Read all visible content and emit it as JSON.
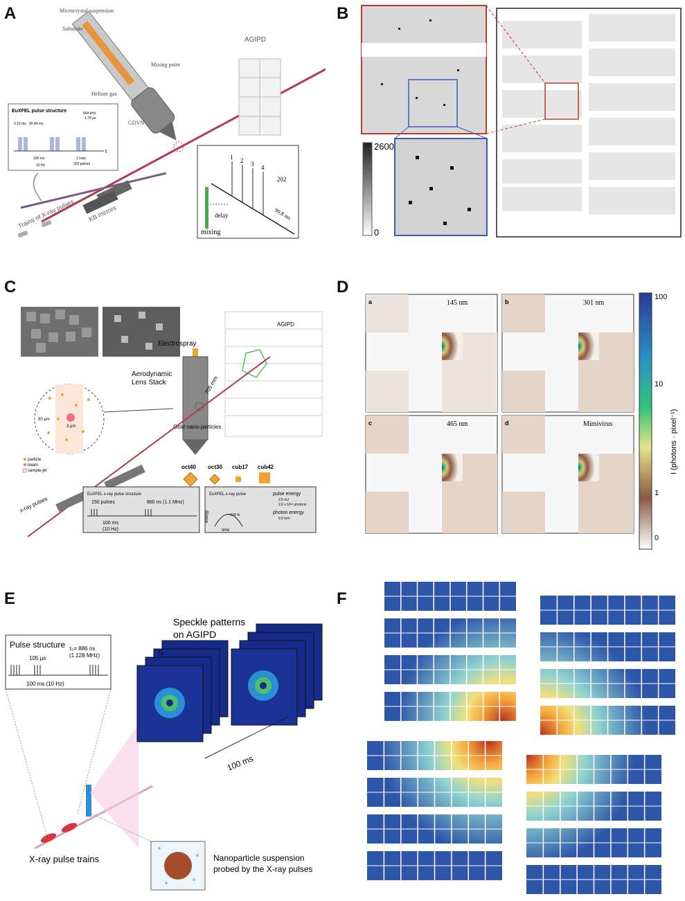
{
  "panels": {
    "A": {
      "label": "A",
      "microcrystal": "Microcrystal suspension",
      "substrate": "Substrate",
      "mixing_point": "Mixing point",
      "helium": "Helium gas",
      "gdvn": "GDVN",
      "agipd": "AGIPD",
      "kb": "KB mirrors",
      "trains": "Trains of X-ray pulses",
      "pulse_title": "EuXFEL pulse structure",
      "p_016": "0.16 ms",
      "p_9984": "99.84 ms",
      "p_mhz": "564 kHz",
      "p_us": "1.78 µs",
      "p_100": "100 ms",
      "p_10hz": "10 Hz",
      "p_train": "1 train",
      "p_202": "202 pulses",
      "p_t": "t",
      "delay_n1": "1",
      "delay_n2": "2",
      "delay_n3": "3",
      "delay_n4": "4",
      "delay_n202": "202",
      "delay_998": "99.8 ms",
      "delay": "delay",
      "mixing": "mixing"
    },
    "B": {
      "label": "B",
      "cb_max": "2600",
      "cb_min": "0"
    },
    "C": {
      "label": "C",
      "electrospray": "Electrospray",
      "agipd": "AGIPD",
      "aerodynamic1": "Aerodynamic",
      "aerodynamic2": "Lens Stack",
      "dist": "705 mm",
      "gold": "Gold nano-particles",
      "oct40": "oct40",
      "oct30": "oct30",
      "cub17": "cub17",
      "cub42": "cub42",
      "um50": "50 µm",
      "um3": "3 µm",
      "leg_particle": "particle",
      "leg_beam": "beam",
      "leg_jet": "sample-jet",
      "xray": "x-ray pulses",
      "ps_title": "EuXFEL x-ray pulse structure",
      "ps_150": "150 pulses",
      "ps_880": "880 ns (1.1 MHz)",
      "ps_100": "100 ms",
      "ps_10hz": "(10 Hz)",
      "xp_title": "EuXFEL x-ray pulse",
      "xp_energy": "energy",
      "xp_time": "time",
      "xp_fs": "<100 fs",
      "xp_pe": "pulse energy",
      "xp_mj": "2.5 mJ",
      "xp_ph": "2.6 x 10¹² photons",
      "xp_phe": "photon energy",
      "xp_kev": "6.0 keV"
    },
    "D": {
      "label": "D",
      "subs": [
        {
          "tag": "a",
          "title": "145 nm"
        },
        {
          "tag": "b",
          "title": "301 nm"
        },
        {
          "tag": "c",
          "title": "465 nm"
        },
        {
          "tag": "d",
          "title": "Mimivirus"
        }
      ],
      "cb_100": "100",
      "cb_10": "10",
      "cb_1": "1",
      "cb_0": "0",
      "cb_label": "I (photons · pixel⁻¹)"
    },
    "E": {
      "label": "E",
      "pulse_title": "Pulse structure",
      "p_105": "105 µs",
      "p_886": "τ₀= 886 ns",
      "p_mhz": "(1.128 MHz)",
      "p_100": "100 ms (10 Hz)",
      "speckle1": "Speckle patterns",
      "speckle2": "on AGIPD",
      "tau": "τ₀",
      "ms100": "100 ms",
      "trains": "X-ray pulse trains",
      "nano1": "Nanoparticle suspension",
      "nano2": "probed by the X-ray pulses"
    },
    "F": {
      "label": "F"
    }
  },
  "colors": {
    "beam": "#b5394f",
    "accent_red": "#d9363e",
    "accent_blue": "#3b5bb8",
    "gold": "#f0a331",
    "grid_blue": "#2b4a9a"
  }
}
